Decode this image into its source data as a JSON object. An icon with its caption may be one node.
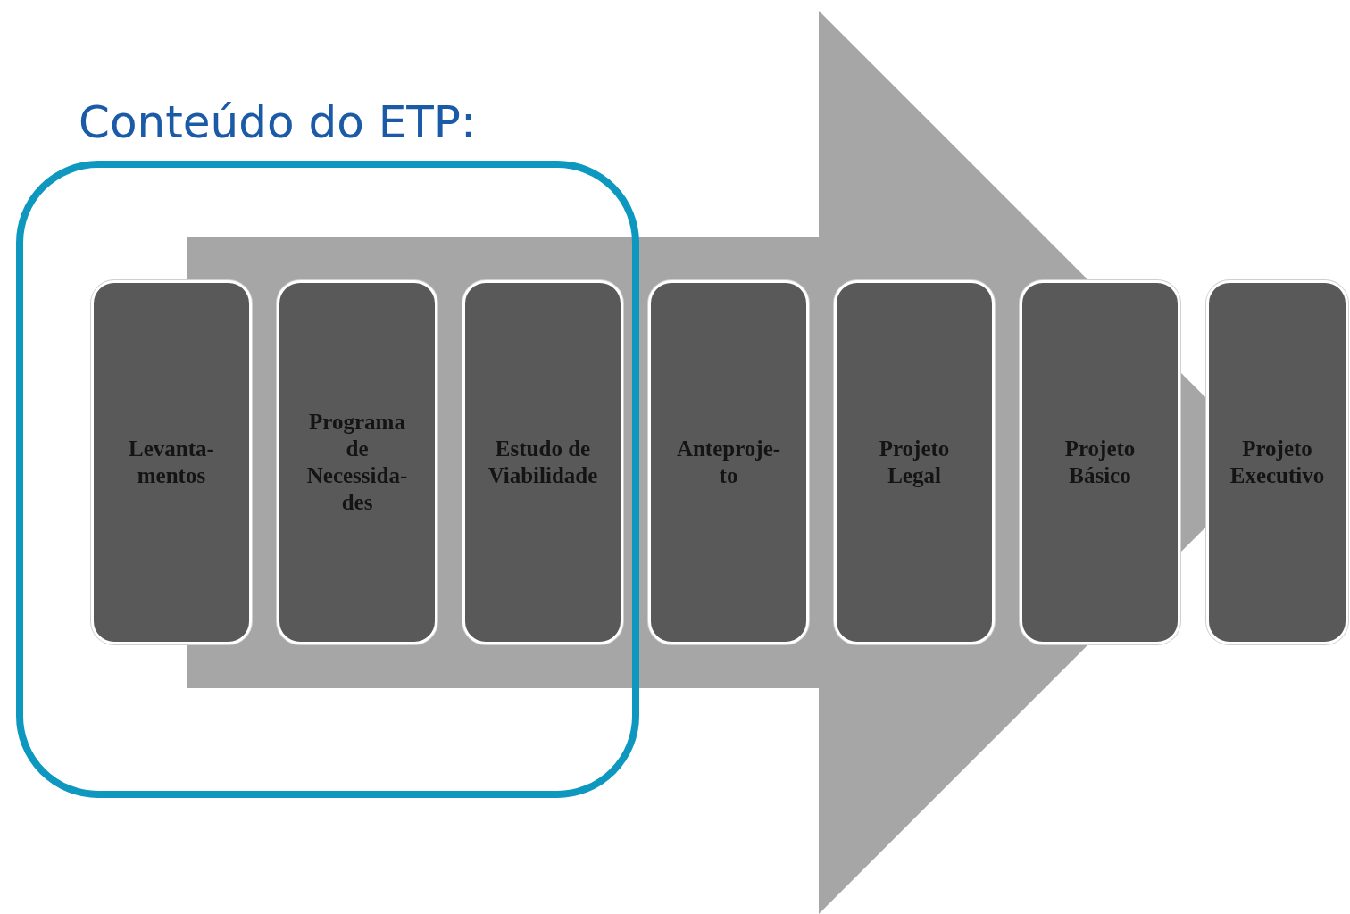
{
  "diagram": {
    "nodes": [
      {
        "text": [
          "Conteúdo do ETP:"
        ]
      },
      {
        "text": [
          "Levanta- mentos"
        ],
        "in": 0
      },
      {
        "text": [
          "Programa de Necessida- des"
        ],
        "in": 0
      },
      {
        "text": [
          "Estudo de Viabilidade"
        ],
        "in": 0
      },
      {
        "text": [
          "Anteproje- to"
        ]
      },
      {
        "text": [
          "Projeto Legal"
        ]
      },
      {
        "text": [
          "Projeto Básico"
        ]
      },
      {
        "text": [
          "Projeto Executivo"
        ]
      }
    ],
    "edges": [
      {
        "from": 1,
        "to": 7,
        "arrow": "to",
        "style": "thick"
      }
    ]
  }
}
